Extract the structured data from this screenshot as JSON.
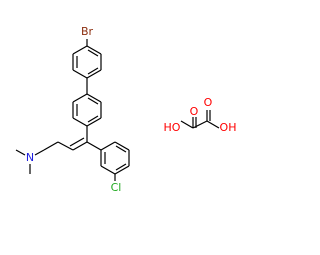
{
  "structure": {
    "colors": {
      "bond": "#000000",
      "bromine": "#8B2E0F",
      "oxygen": "#FF0000",
      "chlorine": "#22AA22",
      "nitrogen": "#1F1FE0"
    },
    "atom_labels": {
      "bromine": "Br",
      "chlorine": "Cl",
      "nitrogen": "N",
      "hydroxyl_left": "HO",
      "hydroxyl_right": "OH",
      "carbonyl_left": "O",
      "carbonyl_right": "O"
    }
  }
}
